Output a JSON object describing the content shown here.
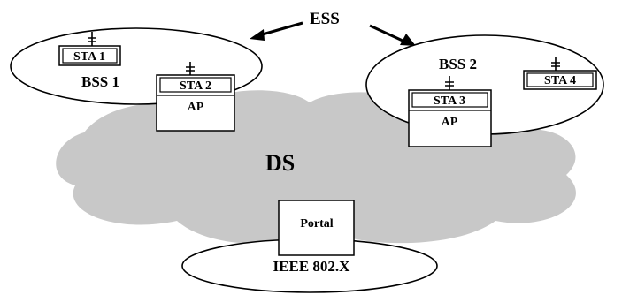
{
  "ess_label": "ESS",
  "ds_label": "DS",
  "bss1": {
    "label": "BSS 1",
    "sta1": "STA 1",
    "sta2": "STA 2",
    "ap": "AP"
  },
  "bss2": {
    "label": "BSS 2",
    "sta3": "STA 3",
    "sta4": "STA 4",
    "ap": "AP"
  },
  "portal_label": "Portal",
  "lan_label": "IEEE 802.X",
  "colors": {
    "ds_cloud": "#c8c8c8",
    "outline": "#000000",
    "background": "#ffffff"
  }
}
